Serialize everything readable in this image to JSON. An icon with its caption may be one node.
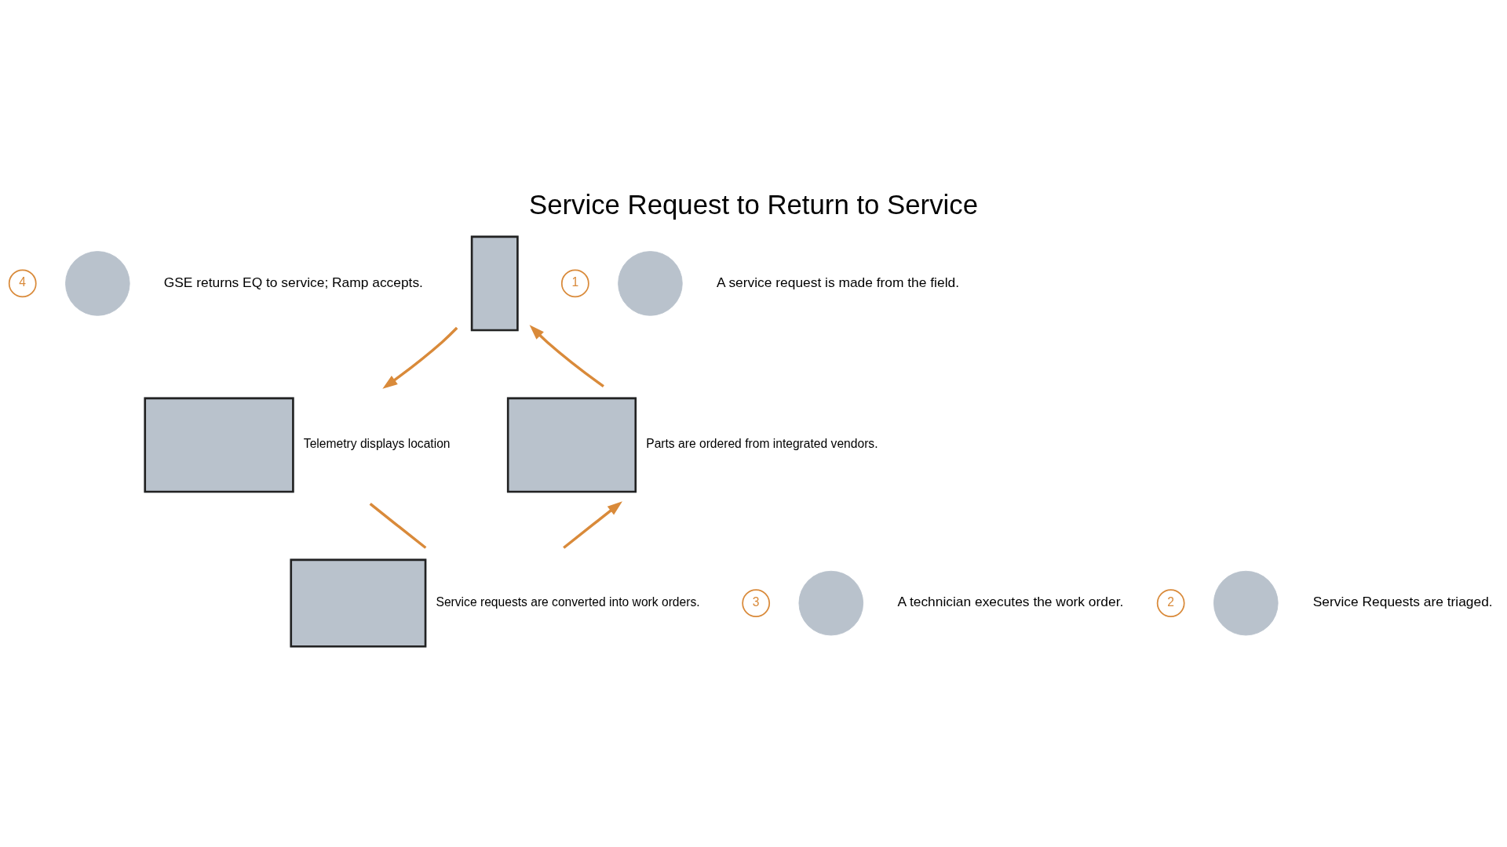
{
  "diagram": {
    "title": "Service Request to Return to Service",
    "nodes": [
      {
        "text": [
          "4"
        ]
      },
      {
        "text": [],
        "shape": "circle",
        "beside": [
          "GSE returns EQ to service; Ramp accepts."
        ]
      },
      {
        "text": [],
        "shape": "box"
      },
      {
        "text": [
          "1"
        ]
      },
      {
        "text": [],
        "shape": "circle",
        "beside": [
          "A service request is made from the field."
        ]
      },
      {
        "text": [],
        "shape": "box",
        "beside": [
          "Parts are ordered from integrated vendors."
        ]
      },
      {
        "text": [],
        "shape": "box",
        "beside": [
          "Telemetry displays location"
        ]
      },
      {
        "text": [
          "3"
        ]
      },
      {
        "text": [],
        "shape": "circle",
        "beside": [
          "A technician executes the work order."
        ]
      },
      {
        "text": [],
        "shape": "box",
        "beside": [
          "Service requests are converted into work orders."
        ]
      },
      {
        "text": [
          "2"
        ]
      },
      {
        "text": [],
        "shape": "circle",
        "beside": [
          "Service Requests are triaged."
        ]
      }
    ],
    "edges": [
      {
        "from": 5,
        "to": 2,
        "arrow": "to"
      },
      {
        "from": 2,
        "to": 6,
        "arrow": "to"
      },
      {
        "from": 6,
        "to": 9,
        "arrow": "none"
      },
      {
        "from": 9,
        "to": 5,
        "arrow": "to"
      }
    ]
  }
}
